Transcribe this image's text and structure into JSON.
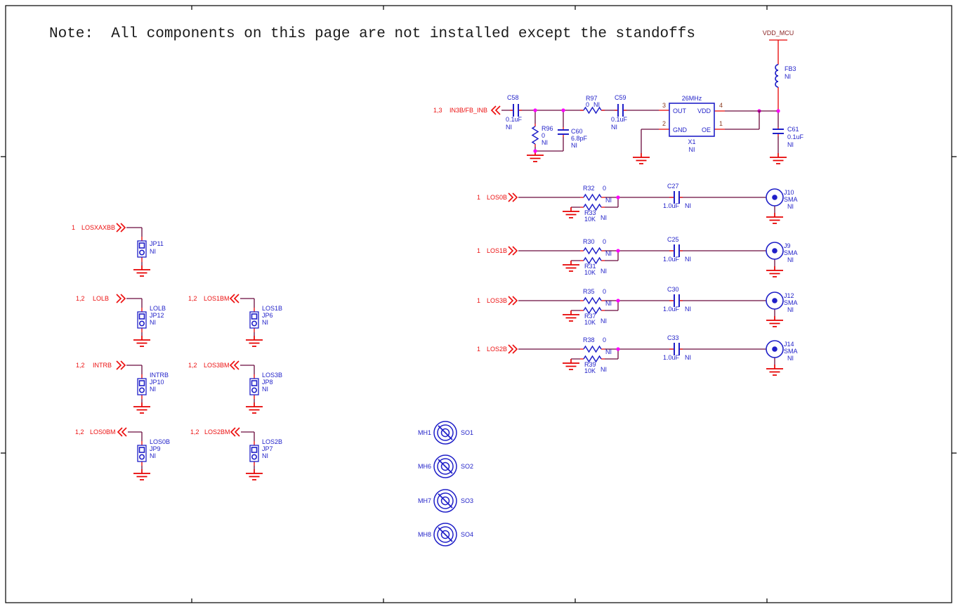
{
  "sheet": {
    "note": "Note:  All components on this page are not installed except the standoffs"
  },
  "power": {
    "net": "VDD_MCU",
    "ferrite": {
      "ref": "FB3",
      "ni": "NI"
    },
    "cap": {
      "ref": "C61",
      "value": "0.1uF",
      "ni": "NI"
    }
  },
  "oscillator": {
    "port": {
      "pages": "1,3",
      "net": "IN3B/FB_INB"
    },
    "c58": {
      "ref": "C58",
      "value": "0.1uF",
      "ni": "NI"
    },
    "r96": {
      "ref": "R96",
      "value": "0",
      "ni": "NI"
    },
    "c60": {
      "ref": "C60",
      "value": "6.8pF",
      "ni": "NI"
    },
    "r97": {
      "ref": "R97",
      "value": "0",
      "ni": "NI"
    },
    "c59": {
      "ref": "C59",
      "value": "0.1uF",
      "ni": "NI"
    },
    "x1": {
      "freq": "26MHz",
      "ref": "X1",
      "ni": "NI",
      "pin_out": {
        "num": "3",
        "name": "OUT"
      },
      "pin_vdd": {
        "num": "4",
        "name": "VDD"
      },
      "pin_gnd": {
        "num": "2",
        "name": "GND"
      },
      "pin_oe": {
        "num": "1",
        "name": "OE"
      }
    }
  },
  "sma_channels": [
    {
      "page": "1",
      "net": "LOS0B",
      "series_r": {
        "ref": "R32",
        "value": "0",
        "ni": "NI"
      },
      "pulldown_r": {
        "ref": "R33",
        "value": "10K",
        "ni": "NI"
      },
      "cap": {
        "ref": "C27",
        "value": "1.0uF",
        "ni": "NI"
      },
      "connector": {
        "ref": "J10",
        "type": "SMA",
        "ni": "NI"
      }
    },
    {
      "page": "1",
      "net": "LOS1B",
      "series_r": {
        "ref": "R30",
        "value": "0",
        "ni": "NI"
      },
      "pulldown_r": {
        "ref": "R31",
        "value": "10K",
        "ni": "NI"
      },
      "cap": {
        "ref": "C25",
        "value": "1.0uF",
        "ni": "NI"
      },
      "connector": {
        "ref": "J9",
        "type": "SMA",
        "ni": "NI"
      }
    },
    {
      "page": "1",
      "net": "LOS3B",
      "series_r": {
        "ref": "R35",
        "value": "0",
        "ni": "NI"
      },
      "pulldown_r": {
        "ref": "R37",
        "value": "10K",
        "ni": "NI"
      },
      "cap": {
        "ref": "C30",
        "value": "1.0uF",
        "ni": "NI"
      },
      "connector": {
        "ref": "J12",
        "type": "SMA",
        "ni": "NI"
      }
    },
    {
      "page": "1",
      "net": "LOS2B",
      "series_r": {
        "ref": "R38",
        "value": "0",
        "ni": "NI"
      },
      "pulldown_r": {
        "ref": "R39",
        "value": "10K",
        "ni": "NI"
      },
      "cap": {
        "ref": "C33",
        "value": "1.0uF",
        "ni": "NI"
      },
      "connector": {
        "ref": "J14",
        "type": "SMA",
        "ni": "NI"
      }
    }
  ],
  "jumpers": [
    {
      "pages": "1",
      "net": "LOSXAXBB",
      "ref": "JP11",
      "ni": "NI"
    },
    {
      "pages": "1,2",
      "net": "LOLB",
      "label": "LOLB",
      "ref": "JP12",
      "ni": "NI"
    },
    {
      "pages": "1,2",
      "net": "LOS1BM",
      "label": "LOS1B",
      "ref": "JP6",
      "ni": "NI"
    },
    {
      "pages": "1,2",
      "net": "INTRB",
      "label": "INTRB",
      "ref": "JP10",
      "ni": "NI"
    },
    {
      "pages": "1,2",
      "net": "LOS3BM",
      "label": "LOS3B",
      "ref": "JP8",
      "ni": "NI"
    },
    {
      "pages": "1,2",
      "net": "LOS0BM",
      "label": "LOS0B",
      "ref": "JP9",
      "ni": "NI"
    },
    {
      "pages": "1,2",
      "net": "LOS2BM",
      "label": "LOS2B",
      "ref": "JP7",
      "ni": "NI"
    }
  ],
  "standoffs": [
    {
      "hole": "MH1",
      "standoff": "SO1"
    },
    {
      "hole": "MH6",
      "standoff": "SO2"
    },
    {
      "hole": "MH7",
      "standoff": "SO3"
    },
    {
      "hole": "MH8",
      "standoff": "SO4"
    }
  ],
  "colors": {
    "wire": "#6b0b3d",
    "component_blue": "#1f1fc8",
    "net_red": "#ec1111",
    "junction_magenta": "#ff00ff",
    "pin_number": "#8b3a1e"
  }
}
